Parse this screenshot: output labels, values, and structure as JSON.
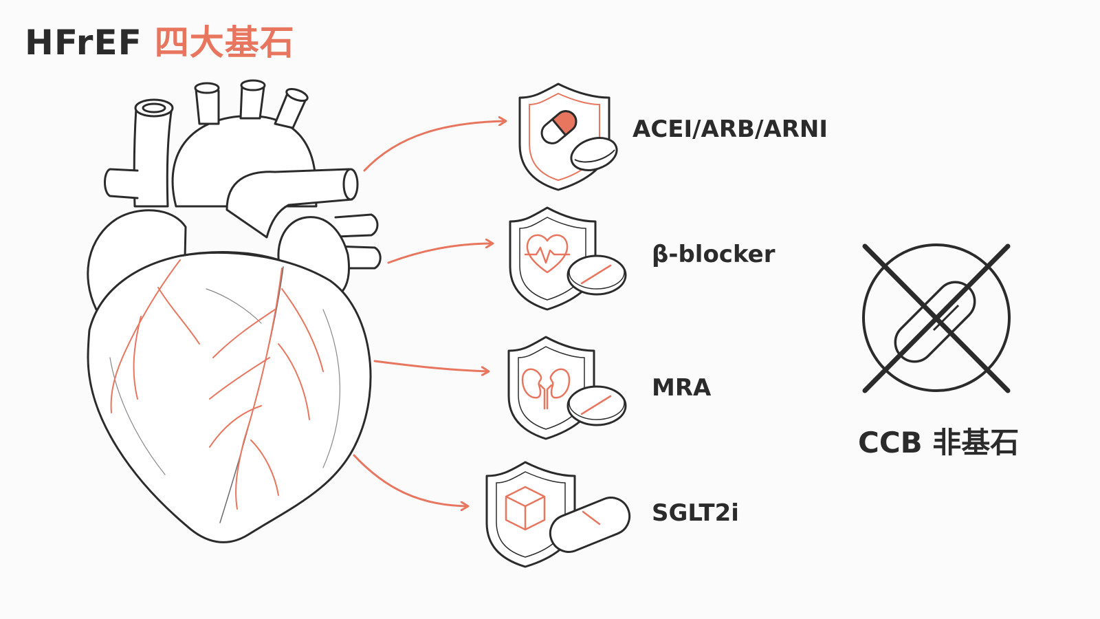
{
  "title": {
    "en": "HFrEF",
    "zh": "四大基石"
  },
  "drugs": [
    {
      "label": "ACEI/ARB/ARNI",
      "icon": "capsule-icon"
    },
    {
      "label": "β-blocker",
      "icon": "heartbeat-icon"
    },
    {
      "label": "MRA",
      "icon": "kidney-icon"
    },
    {
      "label": "SGLT2i",
      "icon": "cube-icon"
    }
  ],
  "ccb": {
    "label": "CCB 非基石",
    "icon": "crossed-out-pill-icon"
  },
  "colors": {
    "accent": "#e8765f",
    "ink": "#2b2b2b",
    "background": "#fbfbfb"
  }
}
